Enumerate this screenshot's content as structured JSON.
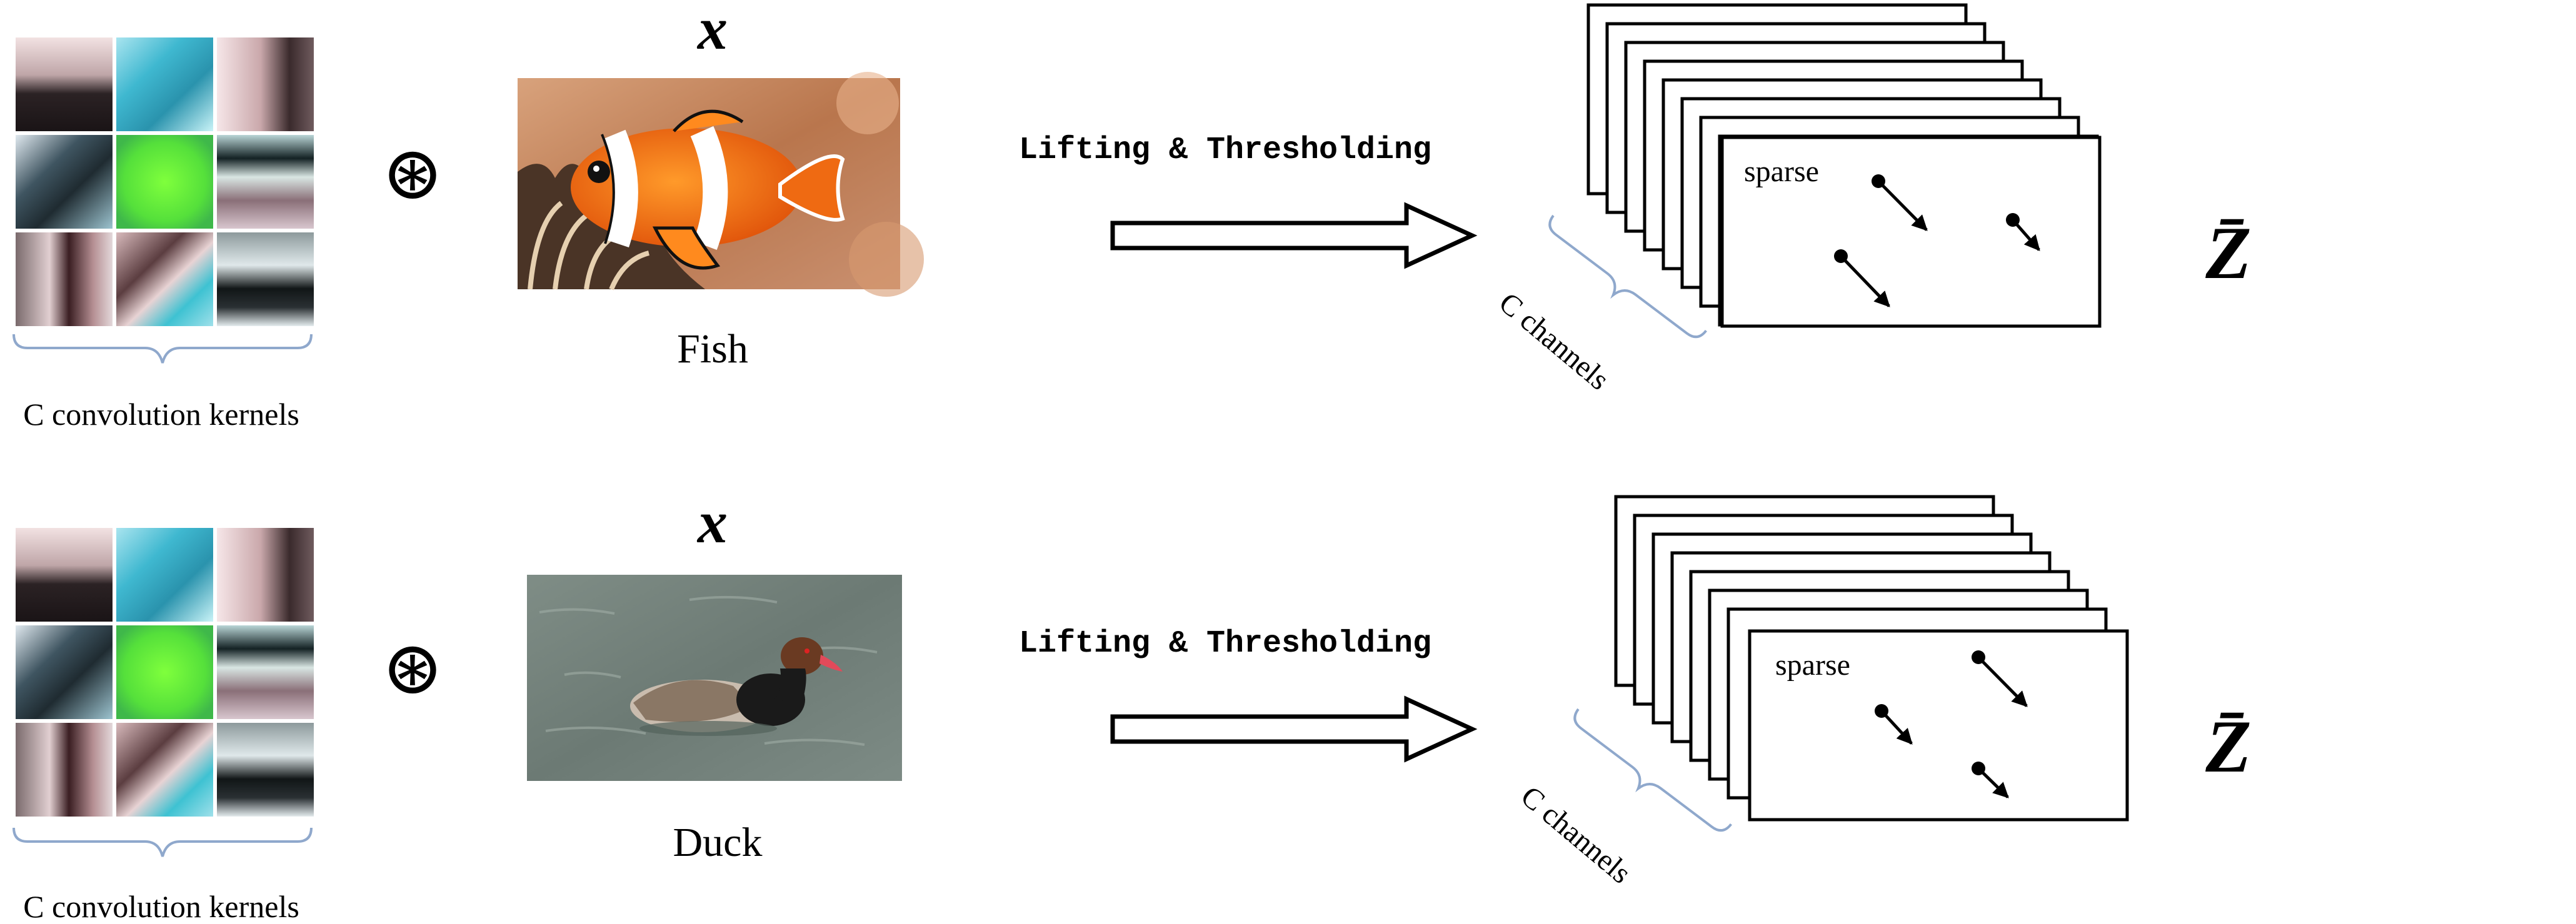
{
  "rows": [
    {
      "kernels_label": "C convolution kernels",
      "operator": "⊛",
      "input_symbol": "x",
      "image_label": "Fish",
      "arrow_label": "Lifting & Thresholding",
      "sparse_label": "sparse",
      "channels_label": "C channels",
      "output_symbol": "Z̄"
    },
    {
      "kernels_label": "C convolution kernels",
      "operator": "⊛",
      "input_symbol": "x",
      "image_label": "Duck",
      "arrow_label": "Lifting & Thresholding",
      "sparse_label": "sparse",
      "channels_label": "C channels",
      "output_symbol": "Z̄"
    }
  ],
  "colors": {
    "brace": "#8fa8cc",
    "stroke": "#000000",
    "background": "#ffffff"
  }
}
